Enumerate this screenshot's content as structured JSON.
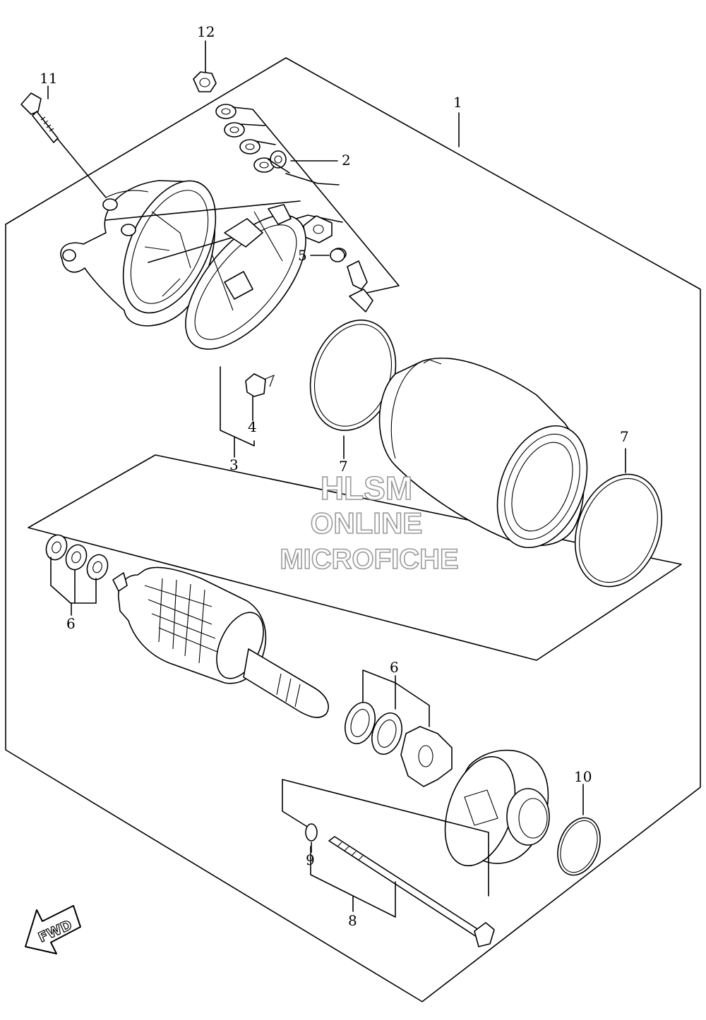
{
  "callouts": [
    {
      "id": "1",
      "label": "1"
    },
    {
      "id": "2",
      "label": "2"
    },
    {
      "id": "3",
      "label": "3"
    },
    {
      "id": "4",
      "label": "4"
    },
    {
      "id": "5",
      "label": "5"
    },
    {
      "id": "6a",
      "label": "6"
    },
    {
      "id": "6b",
      "label": "6"
    },
    {
      "id": "7a",
      "label": "7"
    },
    {
      "id": "7b",
      "label": "7"
    },
    {
      "id": "8",
      "label": "8"
    },
    {
      "id": "9",
      "label": "9"
    },
    {
      "id": "10",
      "label": "10"
    },
    {
      "id": "11",
      "label": "11"
    },
    {
      "id": "12",
      "label": "12"
    }
  ],
  "watermark": {
    "line1": "HLSM",
    "line2": "ONLINE",
    "line3": "MICROFICHE"
  },
  "fwd_arrow": {
    "label": "FWD"
  }
}
